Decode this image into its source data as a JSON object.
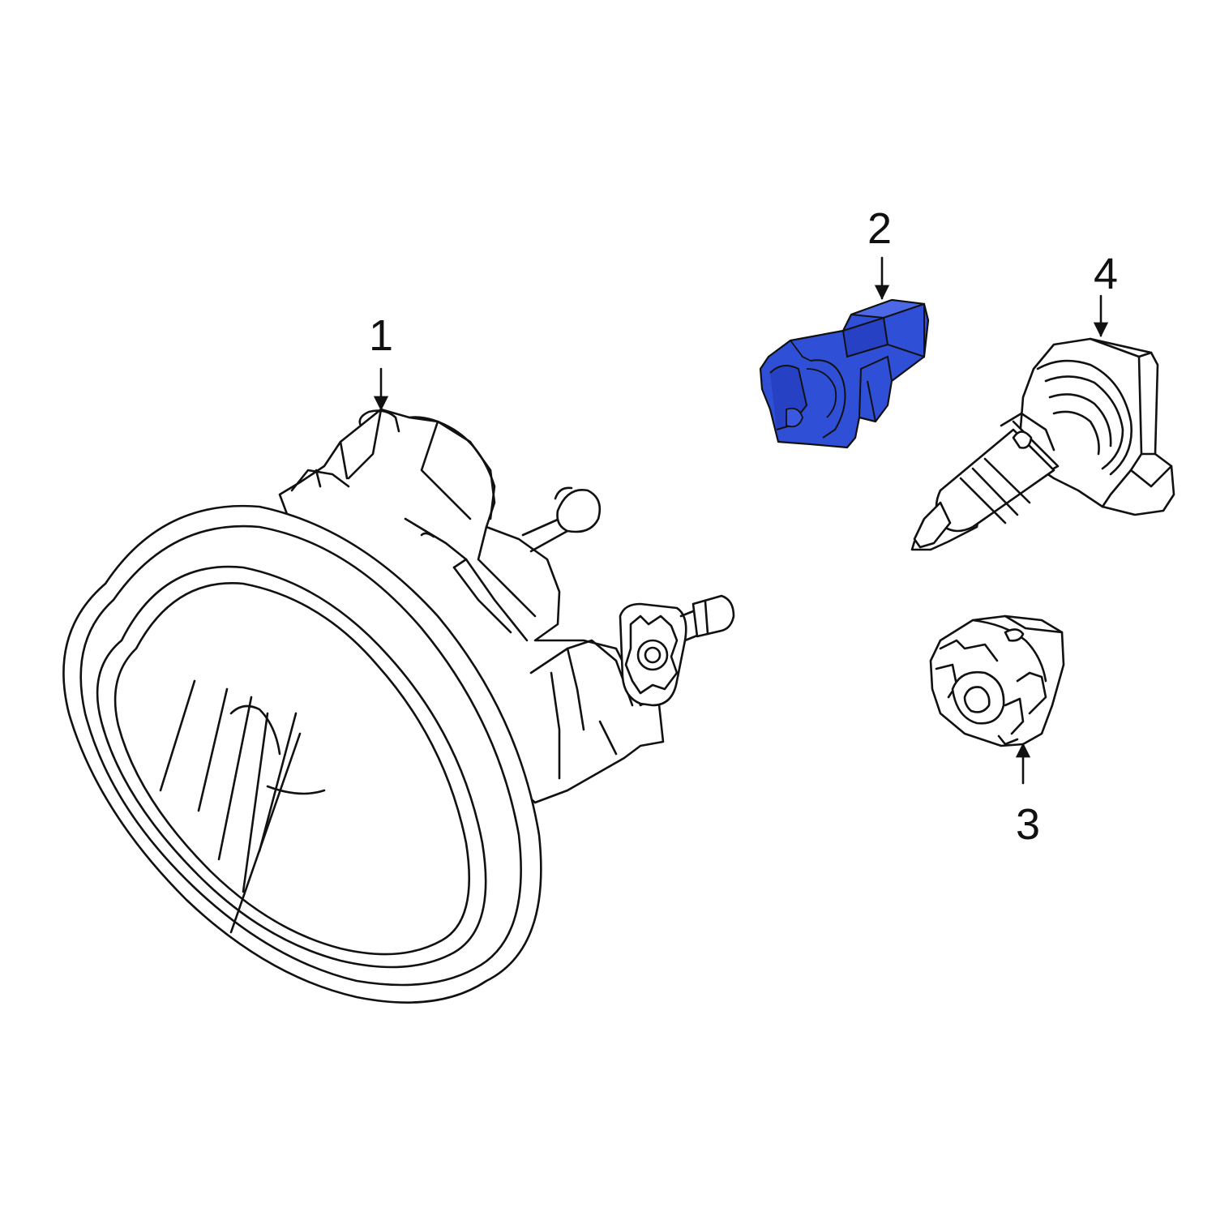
{
  "diagram": {
    "callouts": [
      {
        "id": "1",
        "label": "1"
      },
      {
        "id": "2",
        "label": "2"
      },
      {
        "id": "3",
        "label": "3"
      },
      {
        "id": "4",
        "label": "4"
      }
    ],
    "colors": {
      "background": "#ffffff",
      "line": "#111111",
      "highlight": "#2f4fd6",
      "highlight_dark": "#1c2f9e"
    },
    "highlighted_part": "2"
  }
}
